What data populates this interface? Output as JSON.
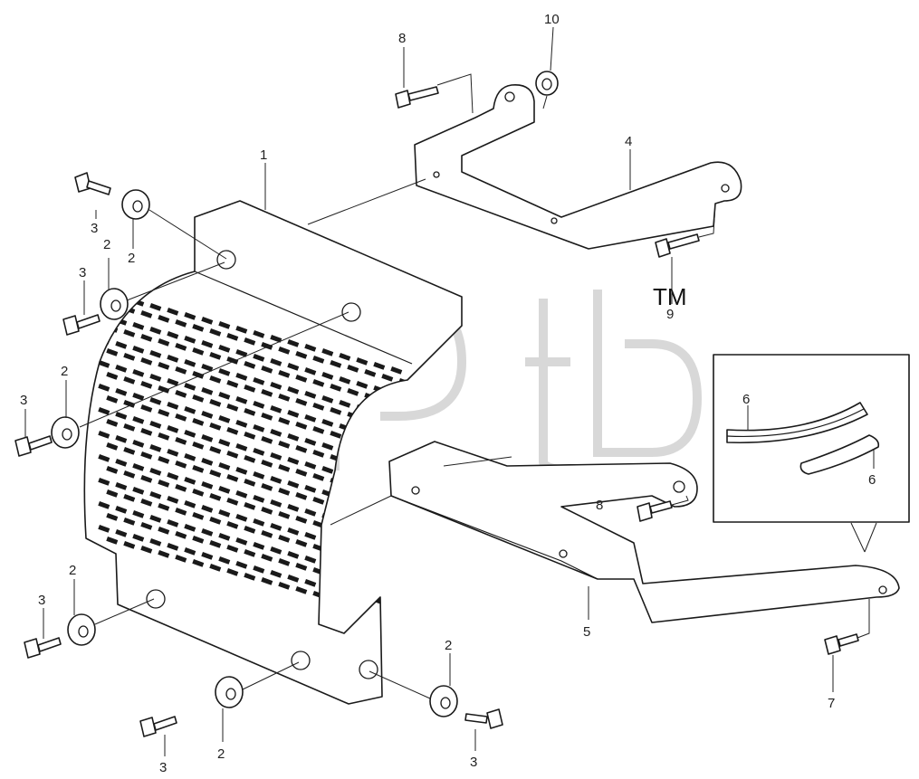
{
  "diagram": {
    "watermark_tm": "TM",
    "callouts": [
      {
        "id": "c1",
        "text": "1"
      },
      {
        "id": "c2a",
        "text": "2"
      },
      {
        "id": "c2b",
        "text": "2"
      },
      {
        "id": "c2c",
        "text": "2"
      },
      {
        "id": "c2d",
        "text": "2"
      },
      {
        "id": "c2e",
        "text": "2"
      },
      {
        "id": "c2f",
        "text": "2"
      },
      {
        "id": "c3a",
        "text": "3"
      },
      {
        "id": "c3b",
        "text": "3"
      },
      {
        "id": "c3c",
        "text": "3"
      },
      {
        "id": "c3d",
        "text": "3"
      },
      {
        "id": "c3e",
        "text": "3"
      },
      {
        "id": "c3f",
        "text": "3"
      },
      {
        "id": "c4",
        "text": "4"
      },
      {
        "id": "c5",
        "text": "5"
      },
      {
        "id": "c6a",
        "text": "6"
      },
      {
        "id": "c6b",
        "text": "6"
      },
      {
        "id": "c7",
        "text": "7"
      },
      {
        "id": "c8a",
        "text": "8"
      },
      {
        "id": "c8b",
        "text": "8"
      },
      {
        "id": "c9",
        "text": "9"
      },
      {
        "id": "c10",
        "text": "10"
      }
    ]
  }
}
